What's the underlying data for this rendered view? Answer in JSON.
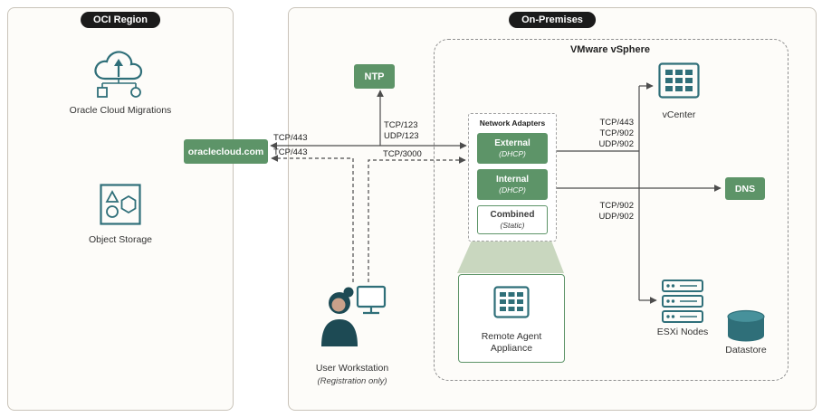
{
  "colors": {
    "green": "#5d9468",
    "teal": "#2f6f79",
    "light_green": "#c9d7bf"
  },
  "oci": {
    "badge": "OCI Region",
    "cloud_migrations_label": "Oracle Cloud Migrations",
    "object_storage_label": "Object Storage"
  },
  "onprem": {
    "badge": "On-Premises",
    "ntp_label": "NTP",
    "oraclecloud_label": "oraclecloud.com",
    "vsphere_title": "VMware vSphere",
    "network_adapters": {
      "title": "Network Adapters",
      "external": {
        "name": "External",
        "mode": "(DHCP)"
      },
      "internal": {
        "name": "Internal",
        "mode": "(DHCP)"
      },
      "combined": {
        "name": "Combined",
        "mode": "(Static)"
      }
    },
    "vcenter_label": "vCenter",
    "dns_label": "DNS",
    "esxi_label": "ESXi Nodes",
    "datastore_label": "Datastore",
    "remote_agent": {
      "line1": "Remote Agent",
      "line2": "Appliance"
    }
  },
  "workstation": {
    "label": "User Workstation",
    "sublabel": "(Registration only)"
  },
  "ports": {
    "cloud_solid": "TCP/443",
    "cloud_dashed": "TCP/443",
    "ntp_tcp": "TCP/123",
    "ntp_udp": "UDP/123",
    "agent_dashed": "TCP/3000",
    "vcenter_tcp443": "TCP/443",
    "vcenter_tcp902": "TCP/902",
    "vcenter_udp902": "UDP/902",
    "esxi_tcp902": "TCP/902",
    "esxi_udp902": "UDP/902"
  }
}
